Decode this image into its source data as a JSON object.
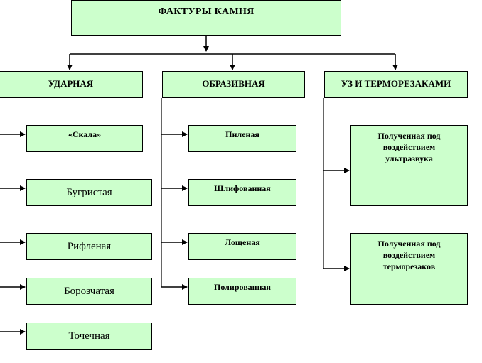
{
  "title": "ФАКТУРЫ КАМНЯ",
  "categories": [
    {
      "label": "УДАРНАЯ",
      "items": [
        "«Скала»",
        "Бугристая",
        "Рифленая",
        "Борозчатая",
        "Точечная"
      ]
    },
    {
      "label": "ОБРАЗИВНАЯ",
      "items": [
        "Пиленая",
        "Шлифованная",
        "Лощеная",
        "Полированная"
      ]
    },
    {
      "label": "УЗ И ТЕРМОРЕЗАКАМИ",
      "items": [
        "Полученная под воздействием ультразвука",
        "Полученная под воздействием терморезаков"
      ]
    }
  ],
  "colors": {
    "box_fill": "#ccffcc",
    "line": "#000000"
  }
}
